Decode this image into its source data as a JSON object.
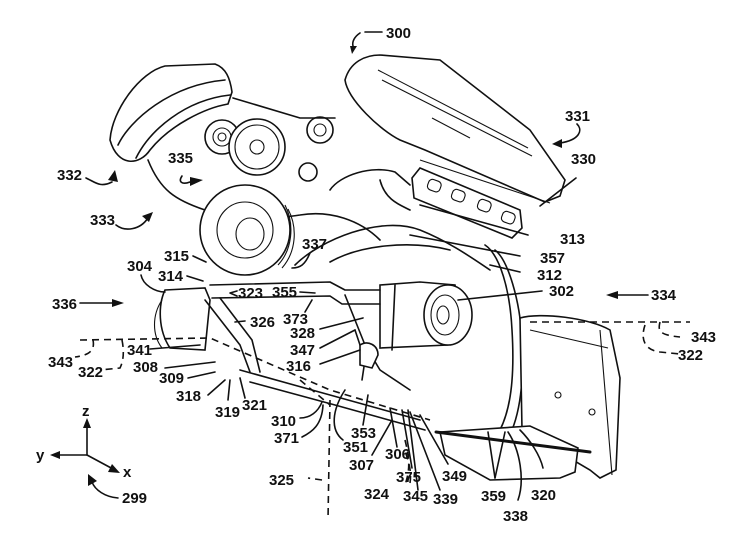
{
  "figure": {
    "title": "Engine and transmission assembly with motor (patent line drawing)",
    "figure_ref": "300",
    "axes": {
      "ref": "299",
      "x": "x",
      "y": "y",
      "z": "z"
    },
    "labels": {
      "l300": "300",
      "l331": "331",
      "l330": "330",
      "l332": "332",
      "l335": "335",
      "l333": "333",
      "l313": "313",
      "l337": "337",
      "l357": "357",
      "l312": "312",
      "l315": "315",
      "l304": "304",
      "l314": "314",
      "l323": "323",
      "l355": "355",
      "l302": "302",
      "l334": "334",
      "l336": "336",
      "l373": "373",
      "l326": "326",
      "l328": "328",
      "l343a": "343",
      "l343b": "343",
      "l341": "341",
      "l347": "347",
      "l322a": "322",
      "l322b": "322",
      "l308": "308",
      "l316": "316",
      "l309": "309",
      "l318": "318",
      "l319": "319",
      "l321": "321",
      "l310": "310",
      "l371": "371",
      "l353": "353",
      "l351": "351",
      "l306": "306",
      "l307": "307",
      "l375": "375",
      "l349": "349",
      "l345": "345",
      "l339": "339",
      "l359": "359",
      "l320": "320",
      "l325": "325",
      "l324": "324",
      "l338": "338",
      "l299": "299"
    }
  }
}
